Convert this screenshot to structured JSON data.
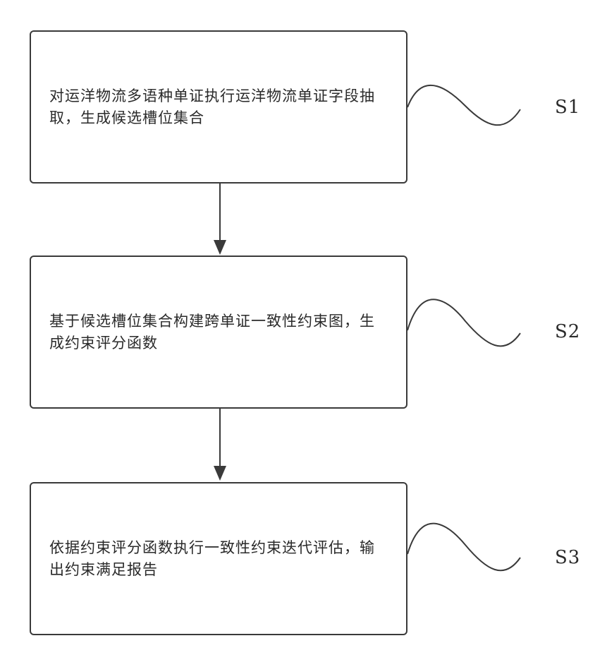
{
  "steps": [
    {
      "id": "S1",
      "label": "S1",
      "text": "对运洋物流多语种单证执行运洋物流单证字段抽取，生成候选槽位集合"
    },
    {
      "id": "S2",
      "label": "S2",
      "text": "基于候选槽位集合构建跨单证一致性约束图，生成约束评分函数"
    },
    {
      "id": "S3",
      "label": "S3",
      "text": "依据约束评分函数执行一致性约束迭代评估，输出约束满足报告"
    }
  ],
  "colors": {
    "line": "#3a3a3a",
    "text": "#2a2a2a",
    "background": "#ffffff"
  }
}
